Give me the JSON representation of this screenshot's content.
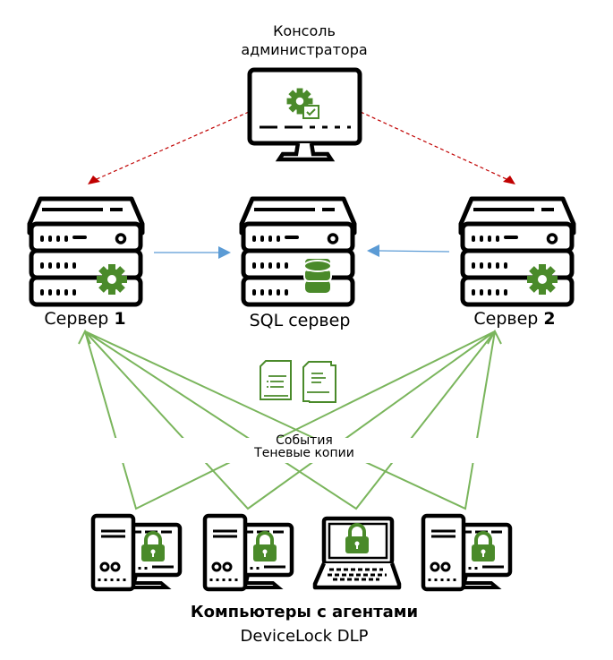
{
  "console": {
    "line1": "Консоль",
    "line2": "администратора"
  },
  "servers": [
    {
      "label": "Сервер ",
      "num": "1"
    },
    {
      "label": "SQL сервер"
    },
    {
      "label": "Сервер ",
      "num": "2"
    }
  ],
  "flow": {
    "line1": "События",
    "line2": "Теневые копии"
  },
  "agents": {
    "title": "Компьютеры с агентами",
    "subtitle": "DeviceLock DLP"
  },
  "colors": {
    "green": "#4a8a2a",
    "line_green": "#7ab55c",
    "red": "#c00000",
    "blue": "#5b9bd5"
  }
}
